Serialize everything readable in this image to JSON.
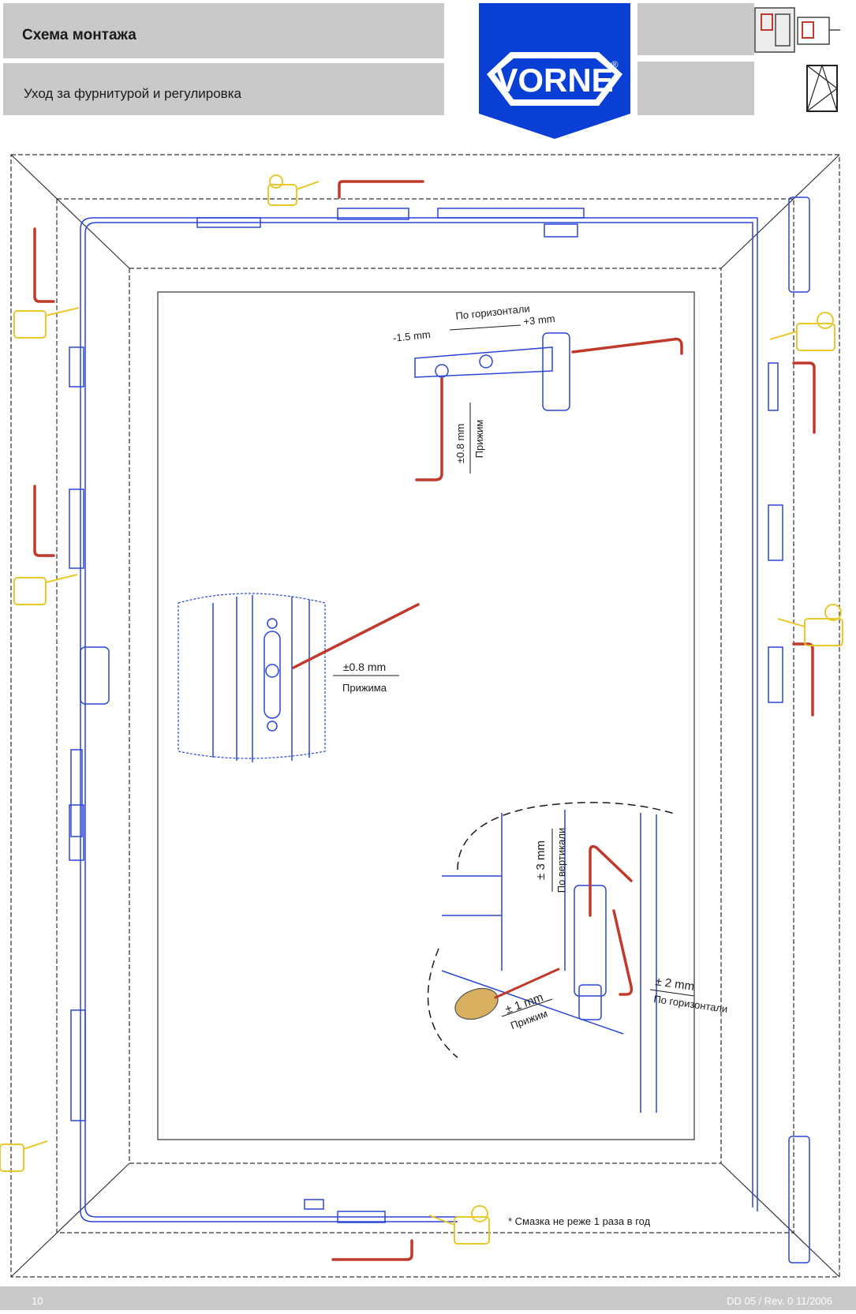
{
  "header": {
    "title": "Схема монтажа",
    "subtitle": "Уход за фурнитурой и регулировка",
    "logo_text": "VORNE",
    "logo_registered": "®",
    "brand_color": "#0a3fd6"
  },
  "diagram": {
    "top_hinge": {
      "horizontal_label": "По горизонтали",
      "horizontal_minus": "-1.5 mm",
      "horizontal_plus": "+3 mm",
      "clamp_value": "±0.8 mm",
      "clamp_label": "Прижим"
    },
    "middle_cam": {
      "clamp_value": "±0.8 mm",
      "clamp_label": "Прижима"
    },
    "bottom_hinge": {
      "vertical_value": "± 3 mm",
      "vertical_label": "По вертикали",
      "horizontal_value": "± 2 mm",
      "horizontal_label": "По горизонтали",
      "clamp_value": "± 1 mm",
      "clamp_label": "Прижим"
    },
    "lubrication_note": "* Смазка не реже 1 раза в год",
    "colors": {
      "frame_line": "#333333",
      "hardware_line": "#2a45d8",
      "hex_key": "#c0392b",
      "oil_can": "#e8c82a"
    }
  },
  "footer": {
    "page_number": "10",
    "doc_ref": "DD 05 / Rev. 0   11/2006"
  }
}
